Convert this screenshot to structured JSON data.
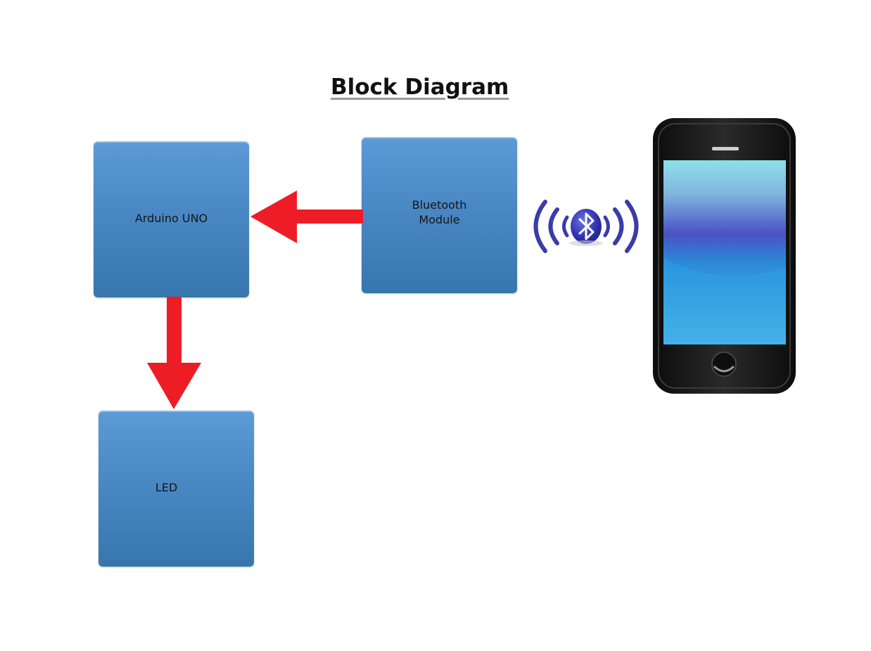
{
  "title": "Block Diagram",
  "blocks": {
    "arduino": "Arduino UNO",
    "bluetooth": "Bluetooth\nModule",
    "led": "LED"
  },
  "colors": {
    "block_fill": "#4a88c4",
    "arrow": "#ee1c25",
    "bluetooth_icon": "#3a3ca8",
    "phone_body": "#1a1a1a"
  },
  "icons": {
    "bluetooth_signal": "bluetooth-signal-icon",
    "phone": "smartphone-icon"
  }
}
